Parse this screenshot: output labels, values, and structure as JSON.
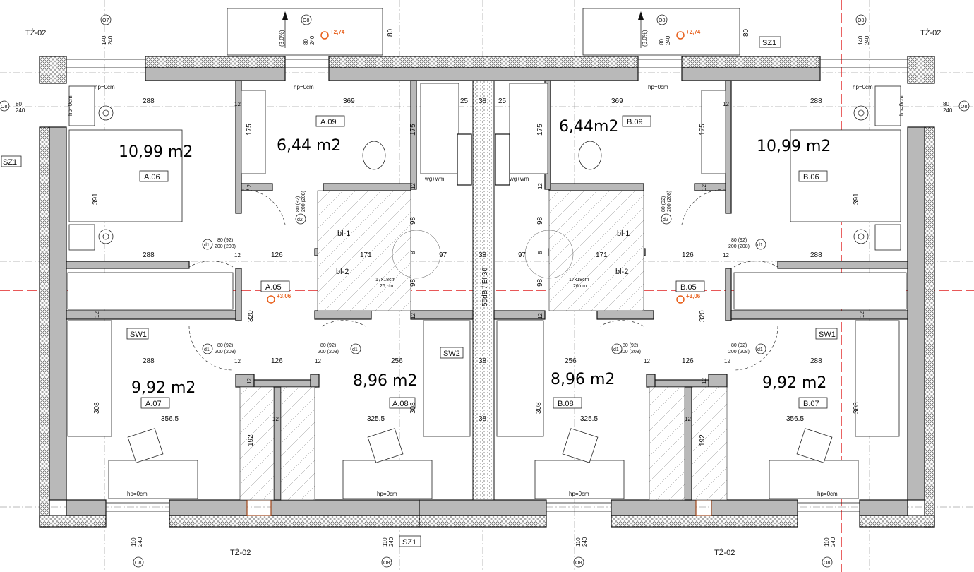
{
  "grid": {
    "top": [
      "140\n240",
      "80\n240",
      "80\n240",
      "140\n240"
    ],
    "bottom": [
      "110\n240",
      "110\n240",
      "110\n240",
      "110\n240"
    ],
    "side": [
      "80\n240",
      "80\n240"
    ],
    "markers": [
      "O7",
      "O8",
      "O8",
      "O8",
      "O8",
      "O8",
      "O8",
      "O8\""
    ]
  },
  "tags": {
    "tz": "TŻ-02",
    "sz": "SZ1",
    "sw1": "SW1",
    "sw2": "SW2"
  },
  "units": {
    "A": {
      "rooms": [
        {
          "id": "A.06",
          "area": "10,99 m2"
        },
        {
          "id": "A.09",
          "area": "6,44 m2"
        },
        {
          "id": "A.05",
          "area": ""
        },
        {
          "id": "A.07",
          "area": "9,92  m2"
        },
        {
          "id": "A.08",
          "area": "8,96 m2"
        }
      ]
    },
    "B": {
      "rooms": [
        {
          "id": "B.06",
          "area": "10,99 m2"
        },
        {
          "id": "B.09",
          "area": "6,44m2"
        },
        {
          "id": "B.05",
          "area": ""
        },
        {
          "id": "B.07",
          "area": "9,92 m2"
        },
        {
          "id": "B.08",
          "area": "8,96 m2"
        }
      ]
    }
  },
  "dims": {
    "d288": "288",
    "d369": "369",
    "d126": "126",
    "d171": "171",
    "d97": "97",
    "d38": "38",
    "d25": "25",
    "d12": "12",
    "d175": "175",
    "d391": "391",
    "d320": "320",
    "d308": "308",
    "d256": "256",
    "d356": "356.5",
    "d325": "325.5",
    "d192": "192",
    "d98": "98",
    "d8": "8",
    "d80": "80"
  },
  "notes": {
    "hp": "hp=0cm",
    "wgwm": "wg+wm",
    "bl1": "bl-1",
    "bl2": "bl-2",
    "stair": "17x18cm",
    "stair2": "26 cm",
    "wall": "50dB / EI 30",
    "level1": "+2,74",
    "level2": "+3,06",
    "slope": "(3,0%)",
    "door1": "80 (92)",
    "door1b": "200 (208)",
    "d1": "d1",
    "d2": "d2"
  }
}
